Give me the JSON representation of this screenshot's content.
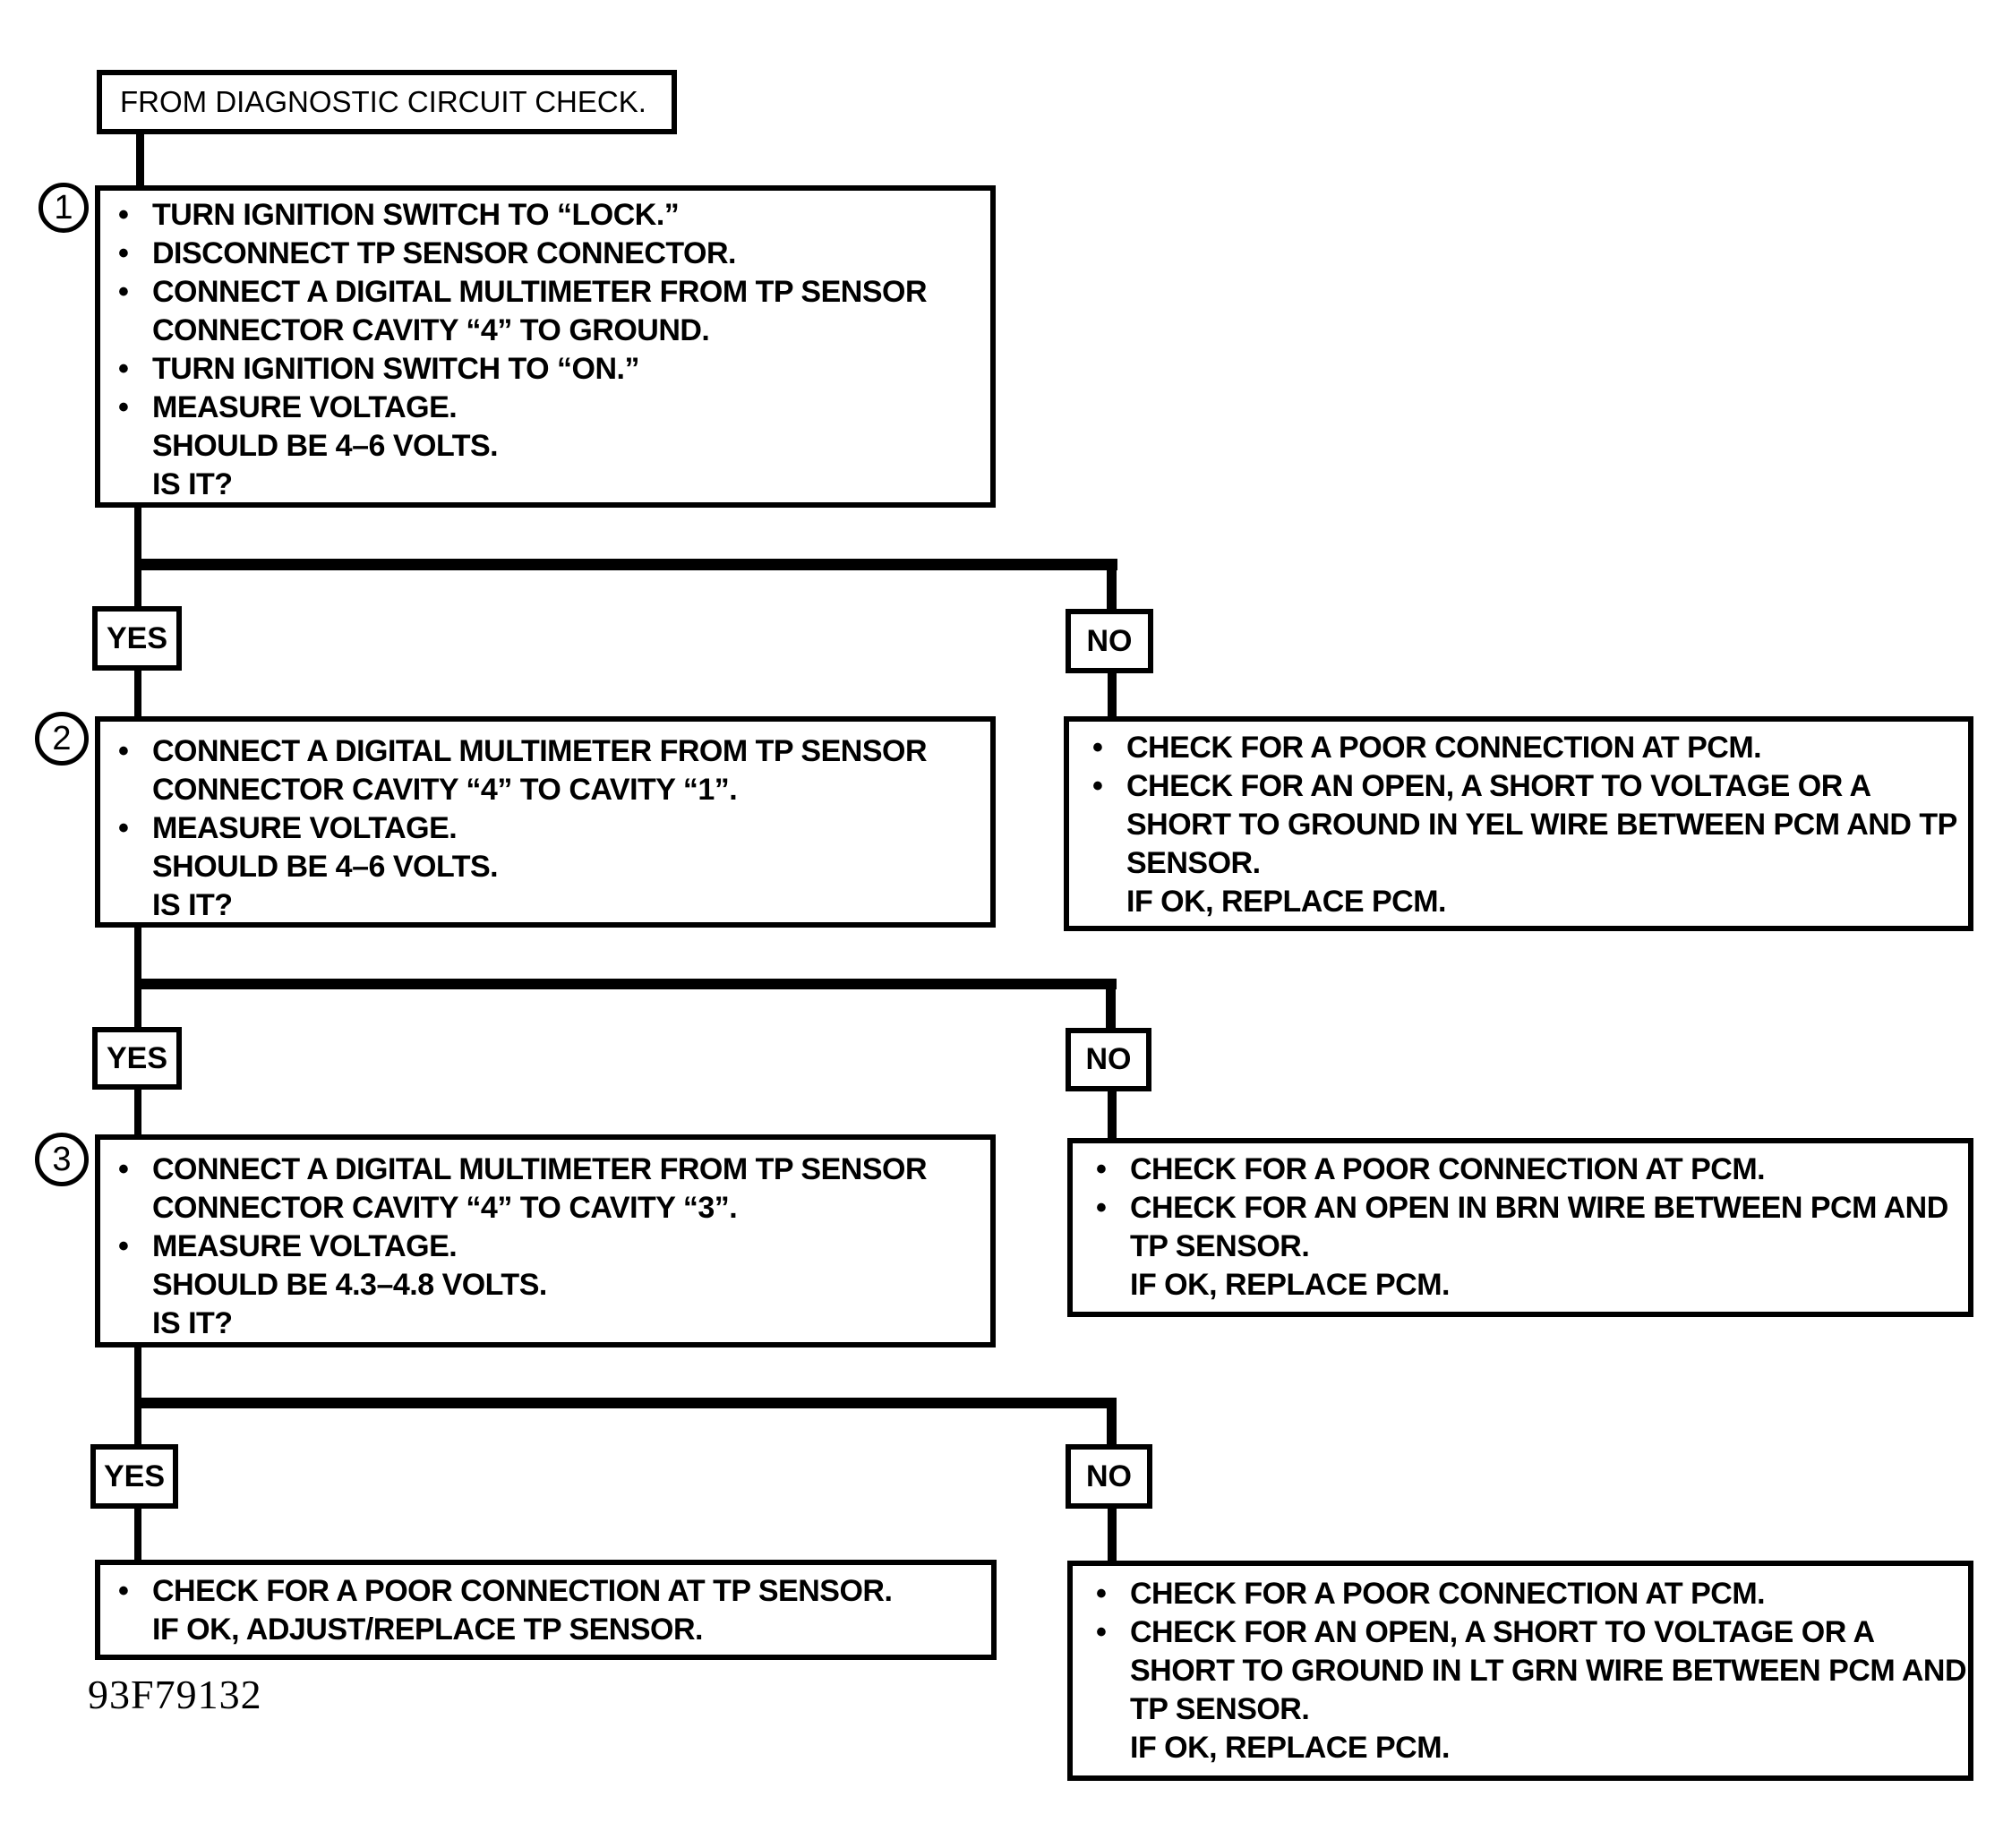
{
  "figure_id": "93F79132",
  "colors": {
    "ink": "#000000",
    "paper": "#ffffff"
  },
  "start": {
    "label": "FROM DIAGNOSTIC CIRCUIT CHECK."
  },
  "branch_labels": {
    "yes": "YES",
    "no": "NO"
  },
  "steps": {
    "step1": {
      "number": "1",
      "lines": [
        {
          "b": "•",
          "t": "TURN IGNITION SWITCH TO “LOCK.”"
        },
        {
          "b": "•",
          "t": "DISCONNECT TP SENSOR CONNECTOR."
        },
        {
          "b": "•",
          "t": "CONNECT A DIGITAL MULTIMETER FROM TP SENSOR"
        },
        {
          "b": "",
          "t": "CONNECTOR CAVITY “4” TO GROUND."
        },
        {
          "b": "•",
          "t": "TURN IGNITION SWITCH TO “ON.”"
        },
        {
          "b": "•",
          "t": "MEASURE VOLTAGE."
        },
        {
          "b": "",
          "t": "SHOULD BE 4–6 VOLTS."
        },
        {
          "b": "",
          "t": "IS IT?"
        }
      ]
    },
    "step2": {
      "number": "2",
      "lines": [
        {
          "b": "•",
          "t": "CONNECT A DIGITAL MULTIMETER FROM TP SENSOR"
        },
        {
          "b": "",
          "t": "CONNECTOR CAVITY “4” TO CAVITY “1”."
        },
        {
          "b": "•",
          "t": "MEASURE VOLTAGE."
        },
        {
          "b": "",
          "t": "SHOULD BE 4–6 VOLTS."
        },
        {
          "b": "",
          "t": "IS IT?"
        }
      ]
    },
    "step3": {
      "number": "3",
      "lines": [
        {
          "b": "•",
          "t": "CONNECT A DIGITAL MULTIMETER FROM TP SENSOR"
        },
        {
          "b": "",
          "t": "CONNECTOR CAVITY “4” TO CAVITY “3”."
        },
        {
          "b": "•",
          "t": "MEASURE VOLTAGE."
        },
        {
          "b": "",
          "t": "SHOULD BE 4.3–4.8 VOLTS."
        },
        {
          "b": "",
          "t": "IS IT?"
        }
      ]
    }
  },
  "results": {
    "no1": {
      "lines": [
        {
          "b": "•",
          "t": "CHECK FOR A POOR CONNECTION AT PCM."
        },
        {
          "b": "•",
          "t": "CHECK FOR AN OPEN, A SHORT TO VOLTAGE OR A"
        },
        {
          "b": "",
          "t": "SHORT TO GROUND IN YEL WIRE BETWEEN PCM AND TP"
        },
        {
          "b": "",
          "t": "SENSOR."
        },
        {
          "b": "",
          "t": "IF OK, REPLACE PCM."
        }
      ]
    },
    "no2": {
      "lines": [
        {
          "b": "•",
          "t": "CHECK FOR A POOR CONNECTION AT PCM."
        },
        {
          "b": "•",
          "t": "CHECK FOR AN OPEN IN BRN WIRE BETWEEN PCM AND"
        },
        {
          "b": "",
          "t": "TP SENSOR."
        },
        {
          "b": "",
          "t": "IF OK, REPLACE PCM."
        }
      ]
    },
    "yes3": {
      "lines": [
        {
          "b": "•",
          "t": "CHECK FOR A POOR CONNECTION AT TP SENSOR."
        },
        {
          "b": "",
          "t": "IF OK, ADJUST/REPLACE TP SENSOR."
        }
      ]
    },
    "no3": {
      "lines": [
        {
          "b": "•",
          "t": "CHECK FOR A POOR CONNECTION AT PCM."
        },
        {
          "b": "•",
          "t": "CHECK FOR AN OPEN, A SHORT TO VOLTAGE OR A"
        },
        {
          "b": "",
          "t": "SHORT TO GROUND IN LT GRN WIRE BETWEEN PCM AND"
        },
        {
          "b": "",
          "t": "TP SENSOR."
        },
        {
          "b": "",
          "t": "IF OK, REPLACE PCM."
        }
      ]
    }
  }
}
